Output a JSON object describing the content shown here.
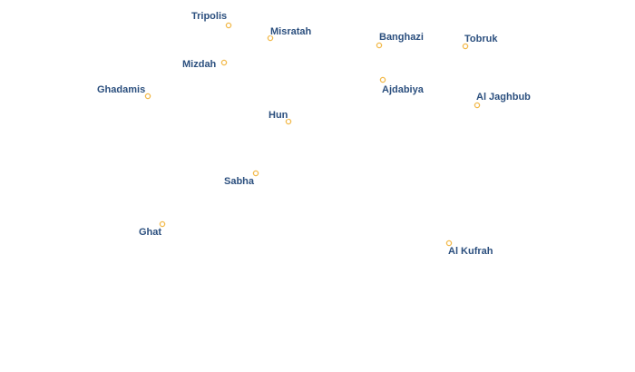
{
  "style": {
    "marker_color": "#f2b94a",
    "label_color": "#2b4f7e",
    "label_halo_color": "#ffffff",
    "background": "#ffffff"
  },
  "cities": [
    {
      "name": "Tripolis"
    },
    {
      "name": "Misratah"
    },
    {
      "name": "Banghazi"
    },
    {
      "name": "Tobruk"
    },
    {
      "name": "Mizdah"
    },
    {
      "name": "Ghadamis"
    },
    {
      "name": "Ajdabiya"
    },
    {
      "name": "Al Jaghbub"
    },
    {
      "name": "Hun"
    },
    {
      "name": "Sabha"
    },
    {
      "name": "Ghat"
    },
    {
      "name": "Al Kufrah"
    }
  ]
}
